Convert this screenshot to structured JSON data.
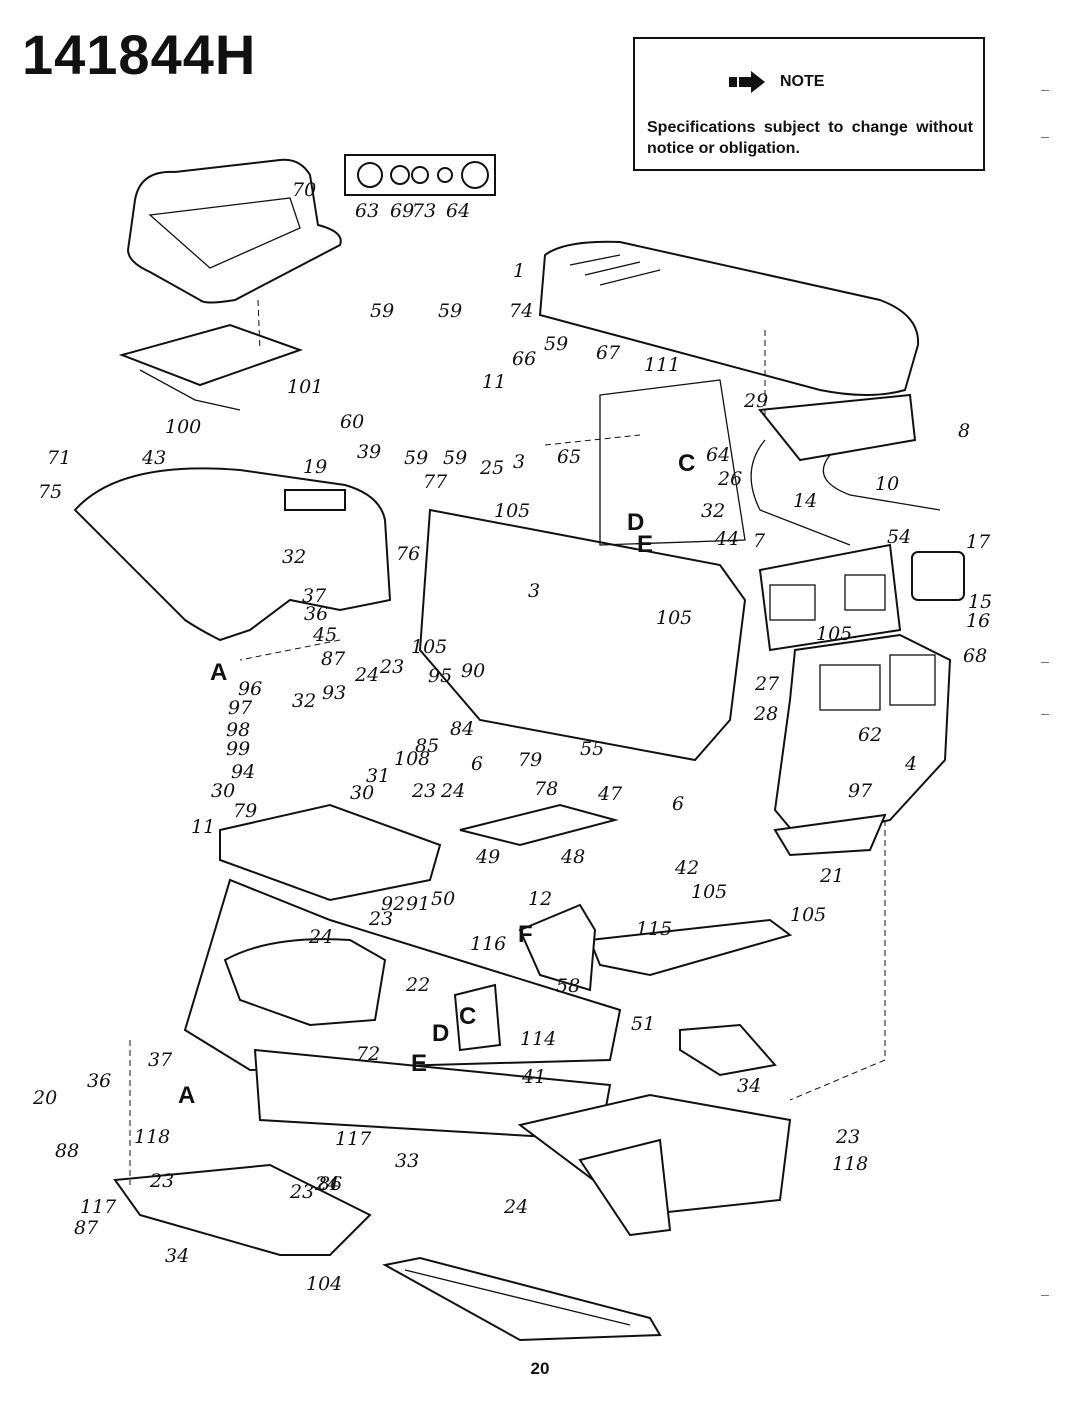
{
  "header": {
    "model_number": "141844H"
  },
  "note": {
    "label": "NOTE",
    "text": "Specifications subject to change without notice or obligation."
  },
  "page_number": "20",
  "reference_letters": [
    "A",
    "A",
    "C",
    "C",
    "D",
    "D",
    "E",
    "E",
    "F"
  ],
  "callouts": [
    "70",
    "63",
    "69",
    "73",
    "64",
    "1",
    "59",
    "59",
    "74",
    "59",
    "67",
    "66",
    "111",
    "11",
    "29",
    "8",
    "100",
    "101",
    "60",
    "59",
    "59",
    "71",
    "43",
    "19",
    "39",
    "25",
    "3",
    "65",
    "64",
    "26",
    "10",
    "75",
    "77",
    "105",
    "32",
    "14",
    "32",
    "76",
    "44",
    "7",
    "54",
    "17",
    "3",
    "37",
    "36",
    "105",
    "15",
    "105",
    "16",
    "45",
    "105",
    "68",
    "87",
    "24",
    "23",
    "95",
    "90",
    "96",
    "93",
    "27",
    "97",
    "32",
    "84",
    "28",
    "98",
    "62",
    "99",
    "85",
    "108",
    "55",
    "94",
    "31",
    "4",
    "30",
    "30",
    "6",
    "79",
    "97",
    "79",
    "23",
    "24",
    "78",
    "47",
    "6",
    "11",
    "49",
    "48",
    "42",
    "12",
    "21",
    "92",
    "91",
    "50",
    "105",
    "105",
    "23",
    "115",
    "24",
    "116",
    "22",
    "58",
    "51",
    "72",
    "114",
    "37",
    "34",
    "36",
    "41",
    "20",
    "88",
    "118",
    "117",
    "33",
    "23",
    "23",
    "24",
    "118",
    "23",
    "86",
    "117",
    "24",
    "87",
    "34",
    "104"
  ],
  "icons": [
    "arrow-right-icon"
  ]
}
